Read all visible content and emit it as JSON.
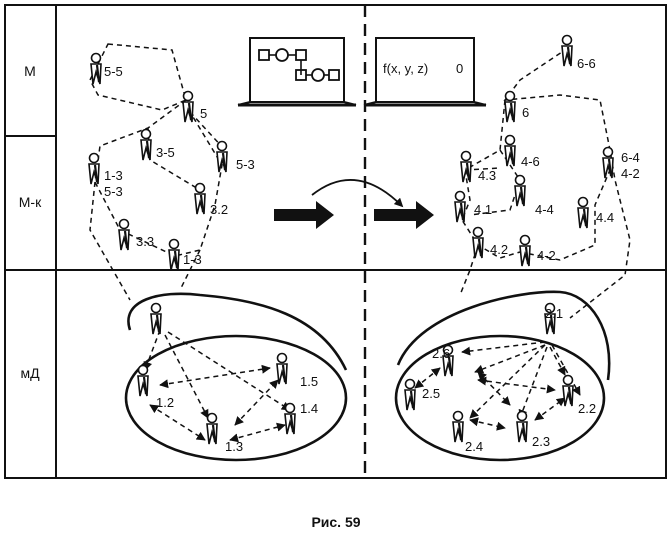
{
  "row_labels": [
    "М",
    "М-к",
    "мД"
  ],
  "caption": "Рис. 59",
  "formula_screen": {
    "text": "f(x, y, z)",
    "value": "0"
  },
  "left_upper_labels": [
    "5-5",
    "5",
    "3-5",
    "5-3",
    "1-3",
    "5-3",
    "3.2",
    "3.3",
    "1-3"
  ],
  "left_lower_labels": [
    "1.2",
    "1.3",
    "1.4",
    "1.5"
  ],
  "right_upper_labels": [
    "6-6",
    "6",
    "6-4",
    "4-2",
    "4-6",
    "4.3",
    "4.1",
    "4-4",
    "4.4",
    "4.2",
    "4-2"
  ],
  "right_lower_labels": [
    "2.1",
    "2.6",
    "2.5",
    "2.4",
    "2.3",
    "2.2"
  ]
}
